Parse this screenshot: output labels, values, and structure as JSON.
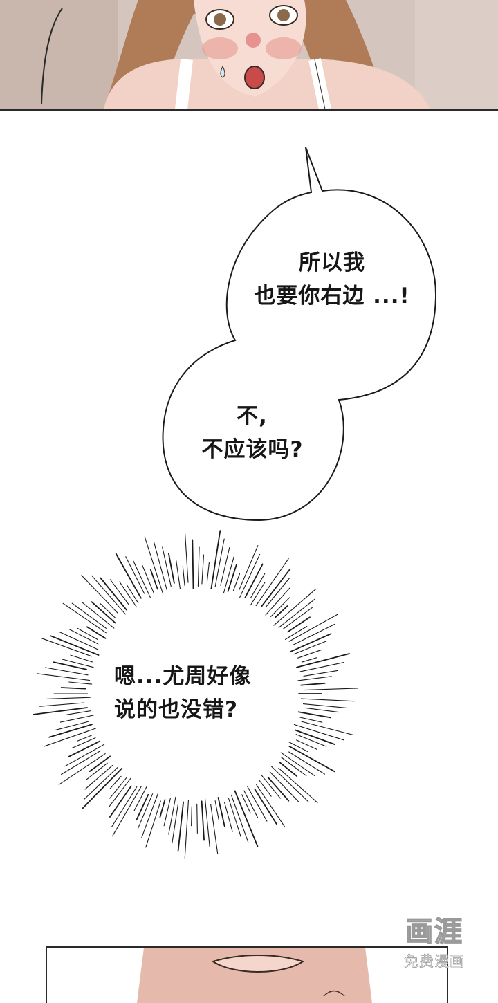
{
  "bubble_top": {
    "line1": "所以我",
    "line2": "也要你右边 ...!"
  },
  "bubble_bottom": {
    "line1": "不,",
    "line2": "不应该吗?"
  },
  "thought_burst": {
    "line1": "嗯...尤周好像",
    "line2": "说的也没错?"
  },
  "watermark": {
    "main": "画涯",
    "sub": "免费漫画"
  },
  "colors": {
    "ink": "#161616",
    "skin": "#f2d1c6",
    "hair": "#b07c58",
    "blush": "#e07a7a"
  }
}
